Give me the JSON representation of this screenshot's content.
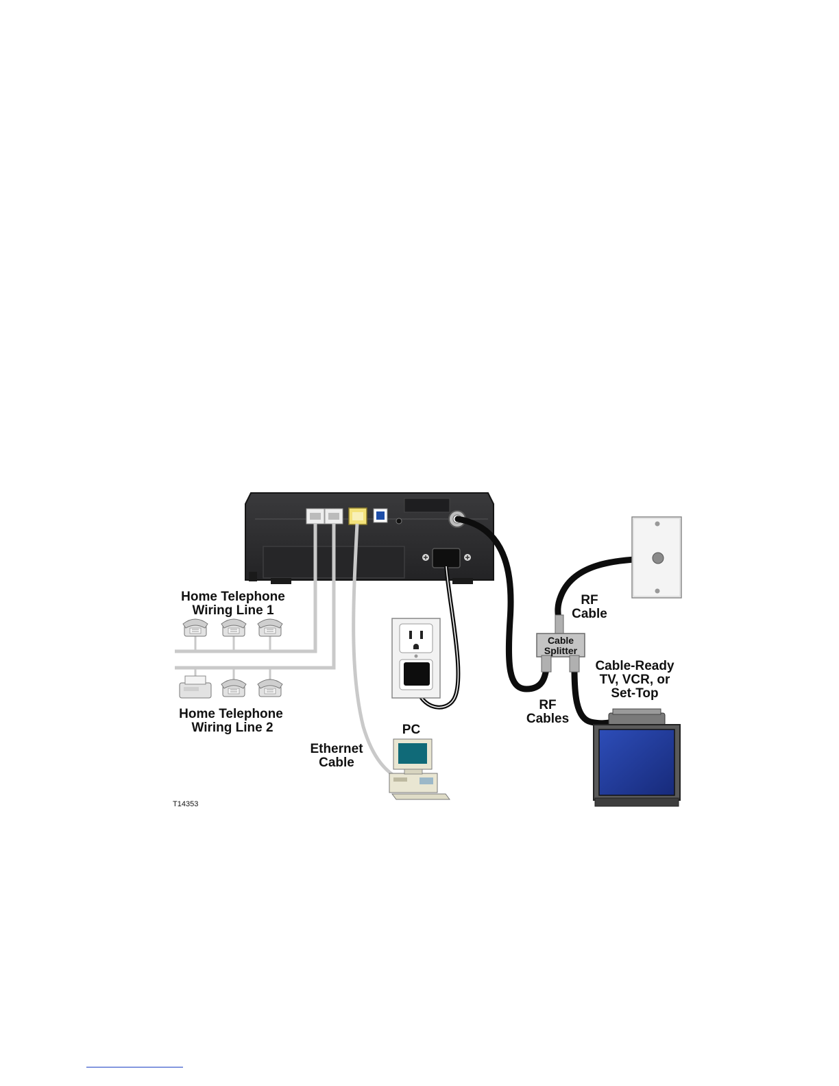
{
  "labels": {
    "home_tel_line1": [
      "Home Telephone",
      "Wiring Line 1"
    ],
    "home_tel_line2": [
      "Home Telephone",
      "Wiring Line 2"
    ],
    "rf_cable": [
      "RF",
      "Cable"
    ],
    "cable_splitter": [
      "Cable",
      "Splitter"
    ],
    "cable_ready": [
      "Cable-Ready",
      "TV, VCR, or",
      "Set-Top"
    ],
    "rf_cables": [
      "RF",
      "Cables"
    ],
    "pc": "PC",
    "ethernet_cable": [
      "Ethernet",
      "Cable"
    ],
    "figure_id": "T14353"
  },
  "colors": {
    "modem_body": "#2b2b2d",
    "cable_black": "#0d0d0d",
    "cable_gray": "#c9c9c9",
    "tv_screen": "#1f3a9a",
    "splitter": "#c4c4c4",
    "footer_rule": "#1a3fc4"
  }
}
